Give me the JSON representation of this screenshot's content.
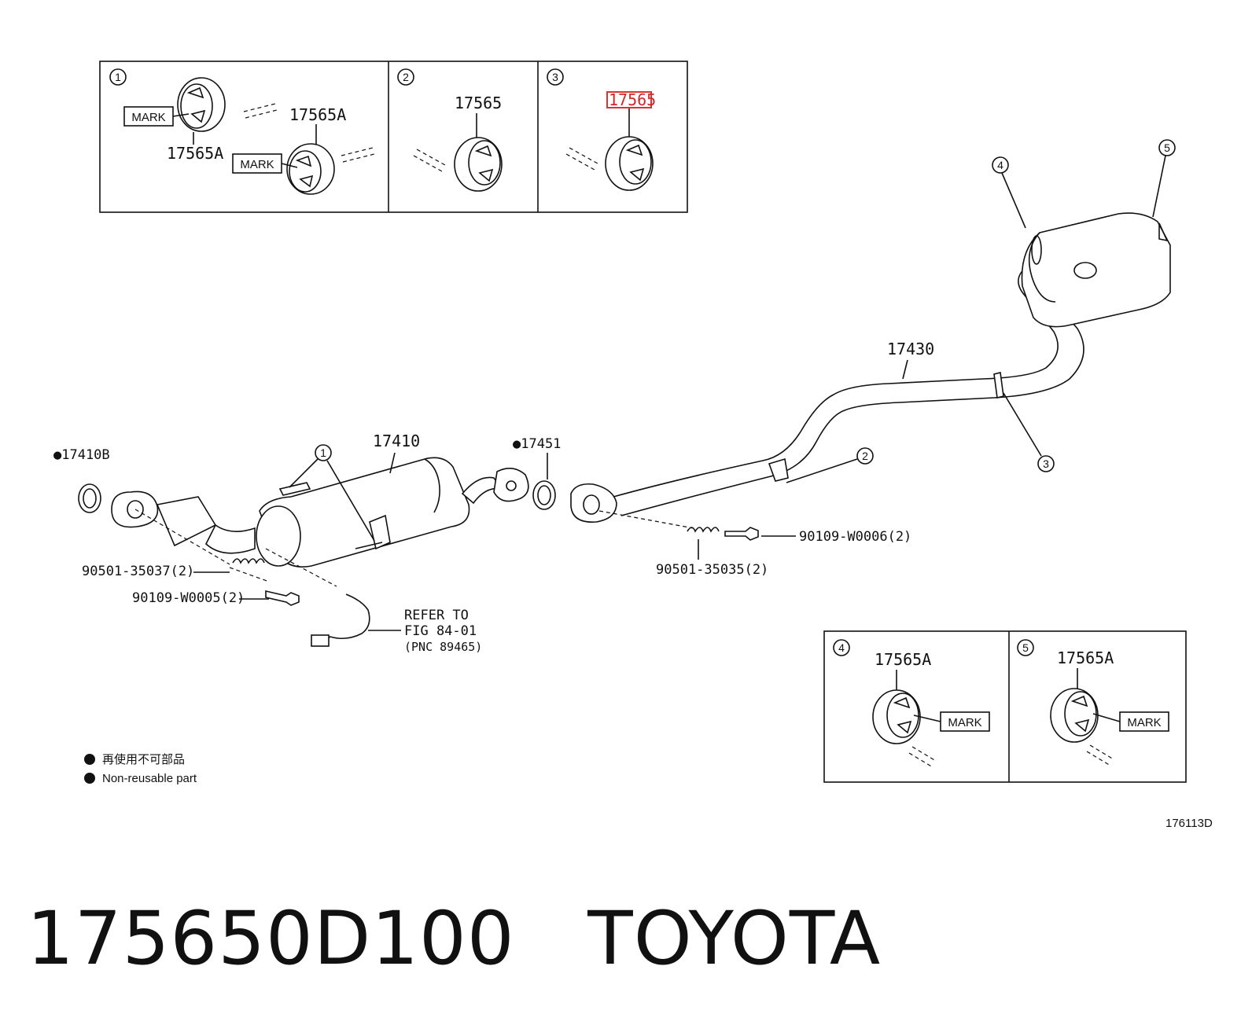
{
  "inset_top": {
    "panel1": {
      "num": "1",
      "label_a": "17565A",
      "label_b": "17565A",
      "mark_a": "MARK",
      "mark_b": "MARK"
    },
    "panel2": {
      "num": "2",
      "label": "17565"
    },
    "panel3": {
      "num": "3",
      "label": "17565",
      "highlight_color": "#e03030"
    }
  },
  "inset_bottom": {
    "panel4": {
      "num": "4",
      "label": "17565A",
      "mark": "MARK"
    },
    "panel5": {
      "num": "5",
      "label": "17565A",
      "mark": "MARK"
    }
  },
  "callouts": {
    "c1": "1",
    "c2": "2",
    "c3": "3",
    "c4": "4",
    "c5": "5"
  },
  "parts": {
    "p17410B": "●17410B",
    "p17410": "17410",
    "p17451": "●17451",
    "p17430": "17430",
    "p90501_37": "90501-35037(2)",
    "p90109_05": "90109-W0005(2)",
    "p90109_06": "90109-W0006(2)",
    "p90501_35": "90501-35035(2)",
    "refer1": "REFER TO",
    "refer2": "FIG 84-01",
    "refer3": "(PNC 89465)"
  },
  "legend": {
    "line1": "再使用不可部品",
    "line2": "Non-reusable part"
  },
  "figure_code": "176113D",
  "footer": {
    "part_number": "175650D100",
    "brand": "TOYOTA"
  }
}
